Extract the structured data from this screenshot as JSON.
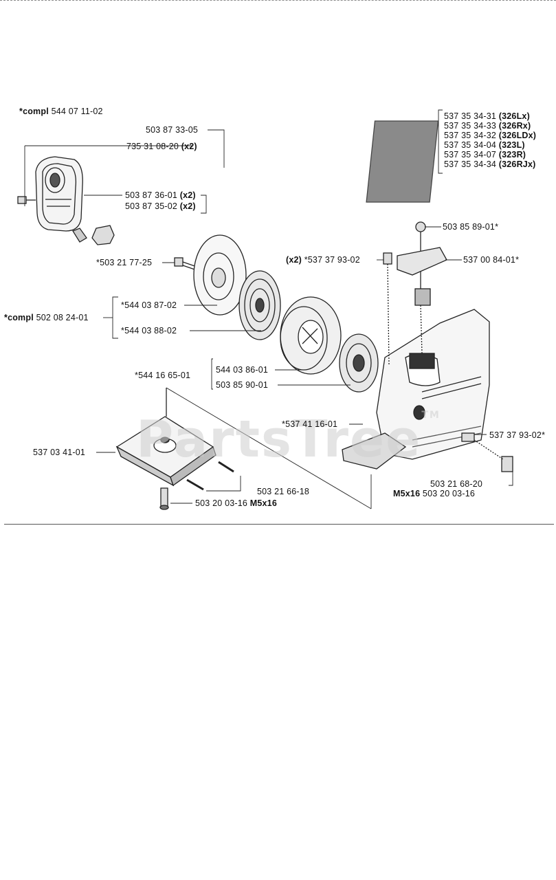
{
  "watermark": {
    "text": "PartsTree",
    "mark": "TM"
  },
  "labels": {
    "compl_top": {
      "prefix": "*compl",
      "number": "544 07 11-02"
    },
    "l_50387330_5": "503 87 33-05",
    "l_735310820": {
      "number": "735 31 08-20",
      "qty": "(x2)"
    },
    "l_503873601": {
      "number": "503 87 36-01",
      "qty": "(x2)"
    },
    "l_503873502": {
      "number": "503 87 35-02",
      "qty": "(x2)"
    },
    "filter_list": [
      {
        "number": "537 35 34-31",
        "model": "(326Lx)"
      },
      {
        "number": "537 35 34-33",
        "model": "(326Rx)"
      },
      {
        "number": "537 35 34-32",
        "model": "(326LDx)"
      },
      {
        "number": "537 35 34-04",
        "model": "(323L)"
      },
      {
        "number": "537 35 34-07",
        "model": "(323R)"
      },
      {
        "number": "537 35 34-34",
        "model": "(326RJx)"
      }
    ],
    "l_503858901": "503 85 89-01*",
    "l_537379302_top": {
      "qty": "(x2)",
      "number": "*537 37 93-02"
    },
    "l_537008401": "537 00 84-01*",
    "l_503217725": "*503 21 77-25",
    "compl_mid": {
      "prefix": "*compl",
      "number": "502 08 24-01"
    },
    "l_544038702": "*544 03 87-02",
    "l_544038802": "*544 03 88-02",
    "l_544038601": "544 03 86-01",
    "l_503859001": "503 85 90-01",
    "l_544166501": "*544 16 65-01",
    "l_537411601": "*537 41 16-01",
    "l_537034101": "537 03 41-01",
    "l_537379302_right": "537 37 93-02*",
    "l_503216820": "503 21 68-20",
    "l_bot_right": {
      "size": "M5x16",
      "number": "503 20 03-16"
    },
    "l_503216618": "503 21 66-18",
    "l_bot_left": {
      "number": "503 20 03-16",
      "size": "M5x16"
    }
  }
}
